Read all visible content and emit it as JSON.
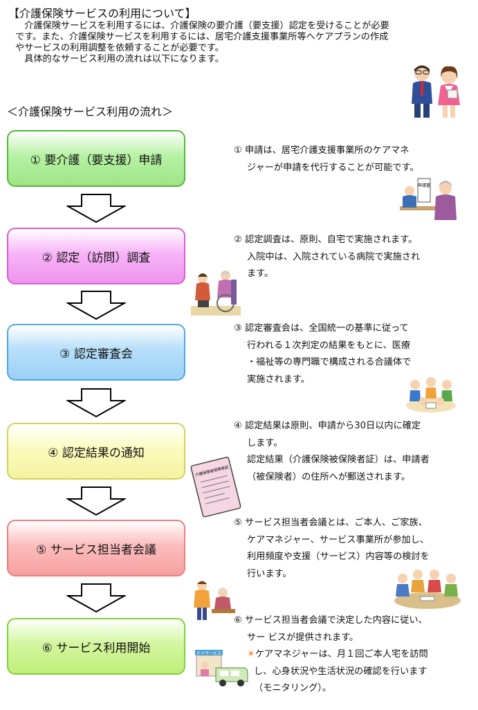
{
  "title": "【介護保険サービスの利用について】",
  "intro": [
    "　介護保険サービスを利用するには、介護保険の要介護（要支援）認定を受けることが必要",
    "です。また、介護保険サービスを利用するには、居宅介護支援事業所等へケアプランの作成",
    "やサービスの利用調整を依頼することが必要です。",
    "　具体的なサービス利用の流れは以下になります。"
  ],
  "subtitle": "＜介護保険サービス利用の流れ＞",
  "steps": [
    {
      "label": "① 要介護（要支援）申請"
    },
    {
      "label": "② 認定（訪問）調査"
    },
    {
      "label": "③ 認定審査会"
    },
    {
      "label": "④ 認定結果の通知"
    },
    {
      "label": "⑤ サービス担当者会議"
    },
    {
      "label": "⑥ サービス利用開始"
    }
  ],
  "descriptions": {
    "d1": [
      "① 申請は、居宅介護支援事業所のケアマネ",
      "ジャーが申請を代行することが可能です。"
    ],
    "d2": [
      "② 認定調査は、原則、自宅で実施されます。",
      "入院中は、入院されている病院で実施され",
      "ます。"
    ],
    "d3": [
      "③ 認定審査会は、全国統一の基準に従って",
      "行われる１次判定の結果をもとに、医療",
      "・福祉等の専門職で構成される合議体で",
      "実施されます。"
    ],
    "d4": [
      "④ 認定結果は原則、申請から30日以内に確定",
      "します。",
      "認定結果（介護保険被保険者証）は、申請者",
      "（被保険者）の住所へが郵送されます。"
    ],
    "d5": [
      "⑤ サービス担当者会議とは、ご本人、ご家族、",
      "ケアマネジャー、サービス事業所が参加し、",
      "利用頻度や支援（サービス）内容等の検討を",
      "行います。"
    ],
    "d6": [
      "⑥ サービス担当者会議で決定した内容に従い、",
      "サー ビスが提供されます。",
      "ケアマネジャーは、月１回ご本人宅を訪問",
      "し、心身状況や生活状況の確認を行います",
      "（モニタリング）。"
    ]
  },
  "d6_bullet": "☀",
  "illustration_text": {
    "form_sign": "申請書",
    "card_title": "介護保険被保険者証",
    "day_service_sign": "デイサービス"
  },
  "colors": {
    "step1": "#9fe487",
    "step2": "#ee93ee",
    "step3": "#9bd1f6",
    "step4": "#f6f3a0",
    "step5": "#f7a0a0",
    "step6": "#c0ee7a"
  },
  "icons": [
    "couple-icon",
    "application-desk-icon",
    "home-visit-icon",
    "committee-icon",
    "certificate-card-icon",
    "meeting-icon",
    "caregiver-icon",
    "day-service-van-icon",
    "down-arrow-icon"
  ]
}
